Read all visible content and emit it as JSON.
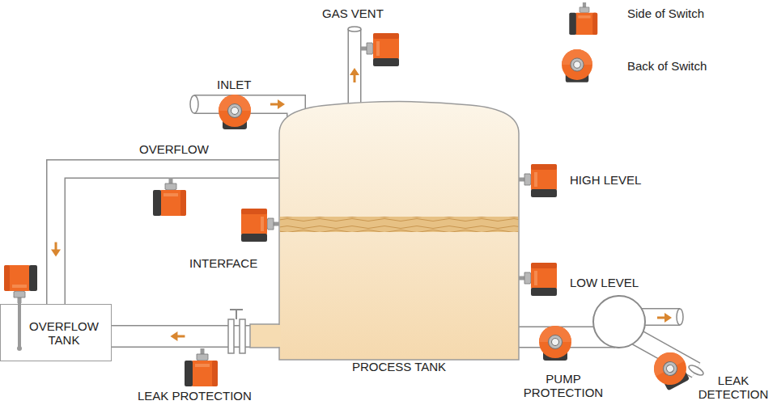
{
  "diagram": {
    "nodes": [
      {
        "text": [
          "PROCESS TANK"
        ]
      },
      {
        "text": [
          "OVERFLOW TANK"
        ]
      }
    ],
    "edges": [
      {
        "from": 0,
        "to": 1,
        "arrow": "to",
        "label": "OVERFLOW"
      },
      {
        "from": 0,
        "to": 1,
        "arrow": "to"
      }
    ],
    "labels": [
      "GAS VENT",
      "INLET",
      "HIGH LEVEL",
      "INTERFACE",
      "LOW LEVEL",
      "LEAK PROTECTION",
      "PUMP PROTECTION",
      "LEAK DETECTION"
    ],
    "legend": [
      {
        "text": "Side of Switch"
      },
      {
        "text": "Back of Switch"
      }
    ]
  }
}
